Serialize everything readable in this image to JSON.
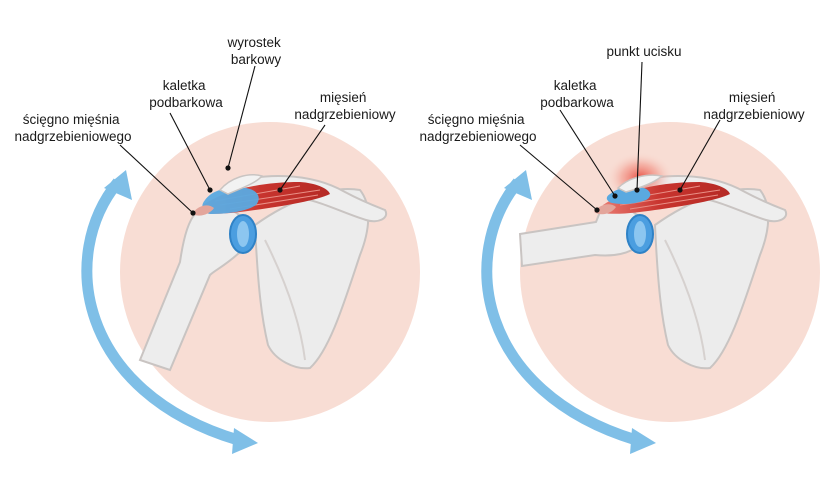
{
  "left_panel": {
    "labels": {
      "acromion": [
        "wyrostek",
        "barkowy"
      ],
      "bursa": [
        "kaletka",
        "podbarkowa"
      ],
      "muscle": [
        "mięsień",
        "nadgrzebieniowy"
      ],
      "tendon": [
        "ścięgno mięśnia",
        "nadgrzebieniowego"
      ]
    }
  },
  "right_panel": {
    "labels": {
      "pressure": [
        "punkt ucisku"
      ],
      "bursa": [
        "kaletka",
        "podbarkowa"
      ],
      "muscle": [
        "mięsień",
        "nadgrzebieniowy"
      ],
      "tendon": [
        "ścięgno mięśnia",
        "nadgrzebieniowego"
      ]
    }
  },
  "colors": {
    "background_circle": "#f8ddd4",
    "bone": "#eeeeee",
    "bone_outline": "#c9c4c2",
    "muscle": "#c8342e",
    "bursa": "#5aa9e0",
    "cartilage": "#4b9ee0",
    "arrow": "#7fbfe7",
    "pressure_glow": "#e63a2e"
  }
}
